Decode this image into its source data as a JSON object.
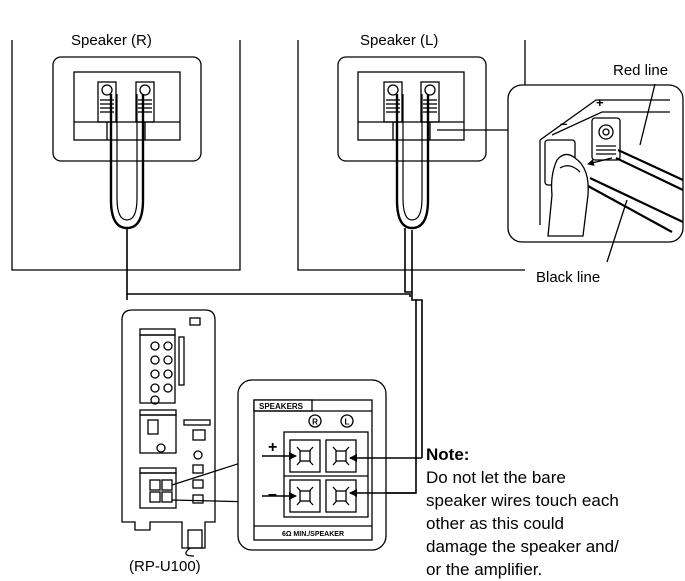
{
  "labels": {
    "speaker_right": "Speaker (R)",
    "speaker_left": "Speaker (L)",
    "red_line": "Red line",
    "black_line": "Black line",
    "model": "(RP-U100)"
  },
  "panel": {
    "title": "SPEAKERS",
    "right_mark": "R",
    "left_mark": "L",
    "plus": "+",
    "minus": "–",
    "impedance": "6Ω MIN./SPEAKER"
  },
  "inset": {
    "plus": "+",
    "minus": "–"
  },
  "note": {
    "title": "Note:",
    "lines": [
      "Do not let the bare",
      "speaker wires touch each",
      "other as this could",
      "damage the speaker and/",
      "or the amplifier."
    ]
  },
  "colors": {
    "line": "#000000",
    "background": "#ffffff"
  }
}
